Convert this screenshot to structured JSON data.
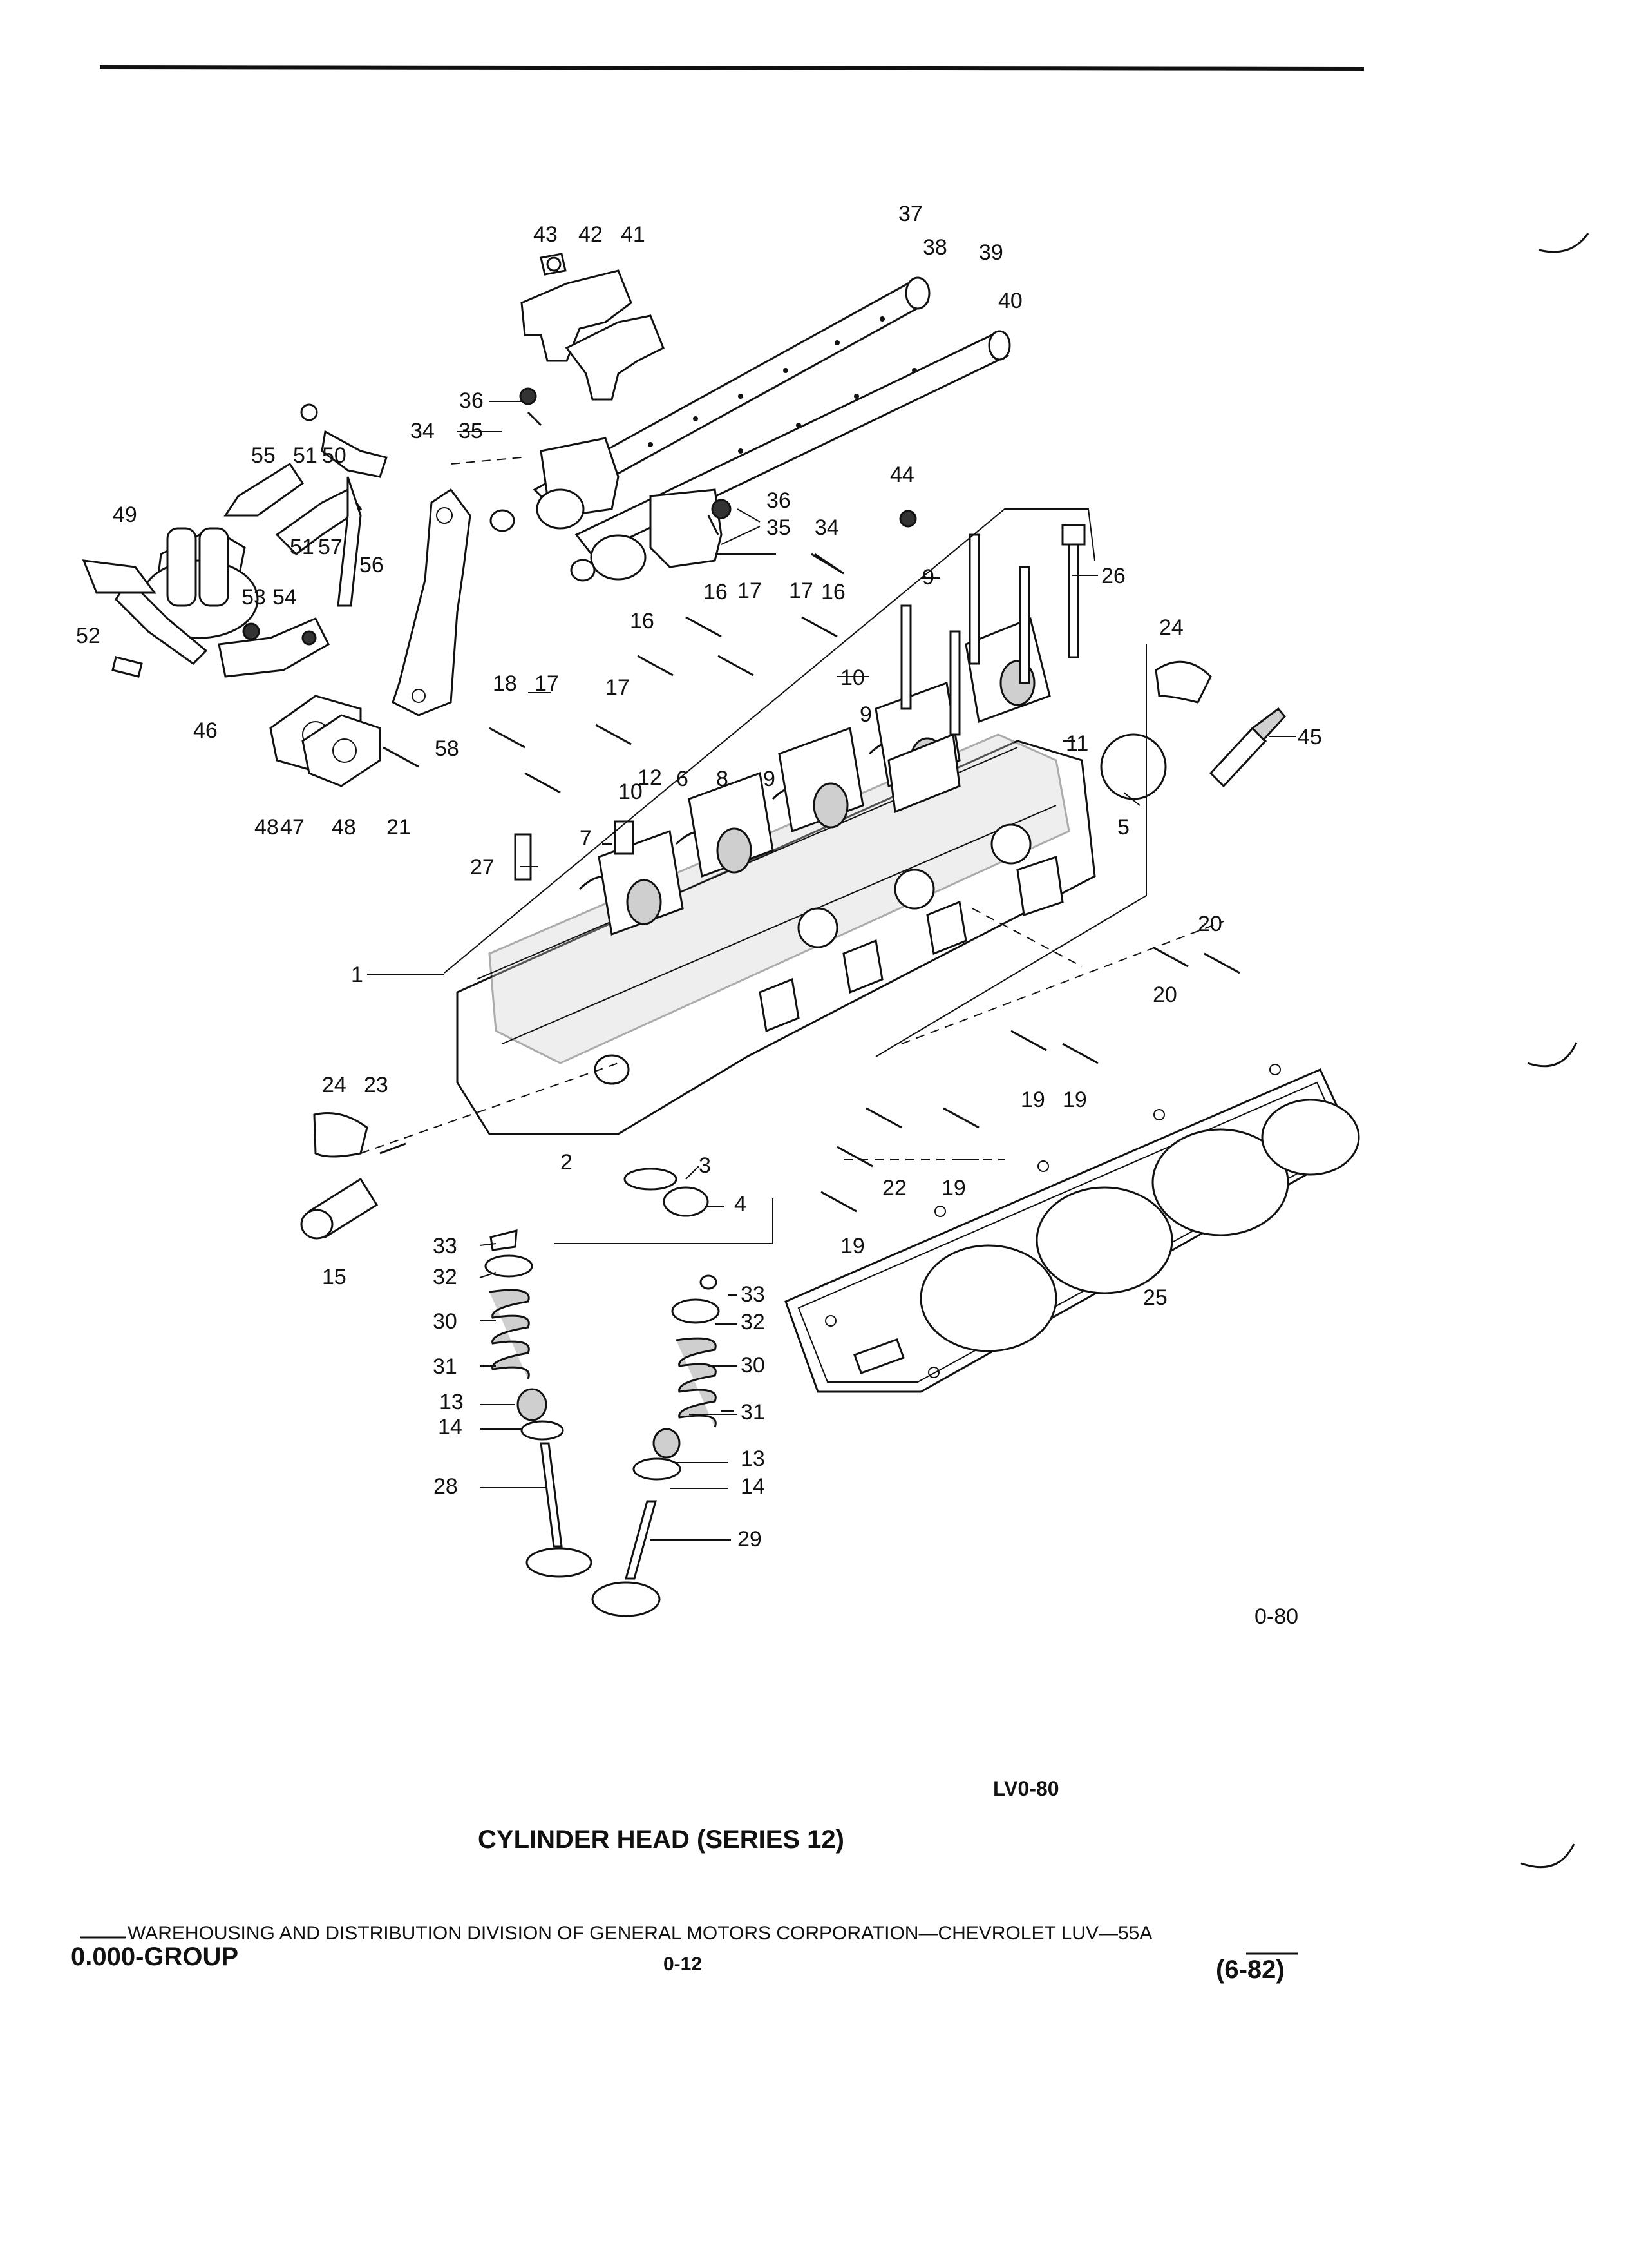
{
  "diagram": {
    "callouts": [
      "1",
      "2",
      "3",
      "4",
      "5",
      "6",
      "7",
      "8",
      "9",
      "9",
      "9",
      "10",
      "10",
      "11",
      "12",
      "13",
      "13",
      "14",
      "14",
      "15",
      "16",
      "16",
      "16",
      "17",
      "17",
      "17",
      "17",
      "18",
      "19",
      "19",
      "19",
      "19",
      "20",
      "20",
      "21",
      "22",
      "23",
      "24",
      "24",
      "25",
      "26",
      "27",
      "28",
      "29",
      "30",
      "30",
      "31",
      "31",
      "32",
      "32",
      "33",
      "33",
      "34",
      "34",
      "35",
      "35",
      "36",
      "36",
      "37",
      "38",
      "39",
      "40",
      "41",
      "42",
      "43",
      "44",
      "45",
      "46",
      "47",
      "48",
      "48",
      "49",
      "50",
      "51",
      "51",
      "52",
      "53",
      "54",
      "55",
      "56",
      "57",
      "58"
    ],
    "figure_code": "0-80",
    "illustration_code": "LV0-80",
    "caption": "CYLINDER HEAD (SERIES 12)"
  },
  "footer": {
    "line": "WAREHOUSING AND DISTRIBUTION  DIVISION OF GENERAL MOTORS CORPORATION—CHEVROLET LUV—55A",
    "group": "0.000-GROUP",
    "page": "0-12",
    "date": "(6-82)"
  }
}
